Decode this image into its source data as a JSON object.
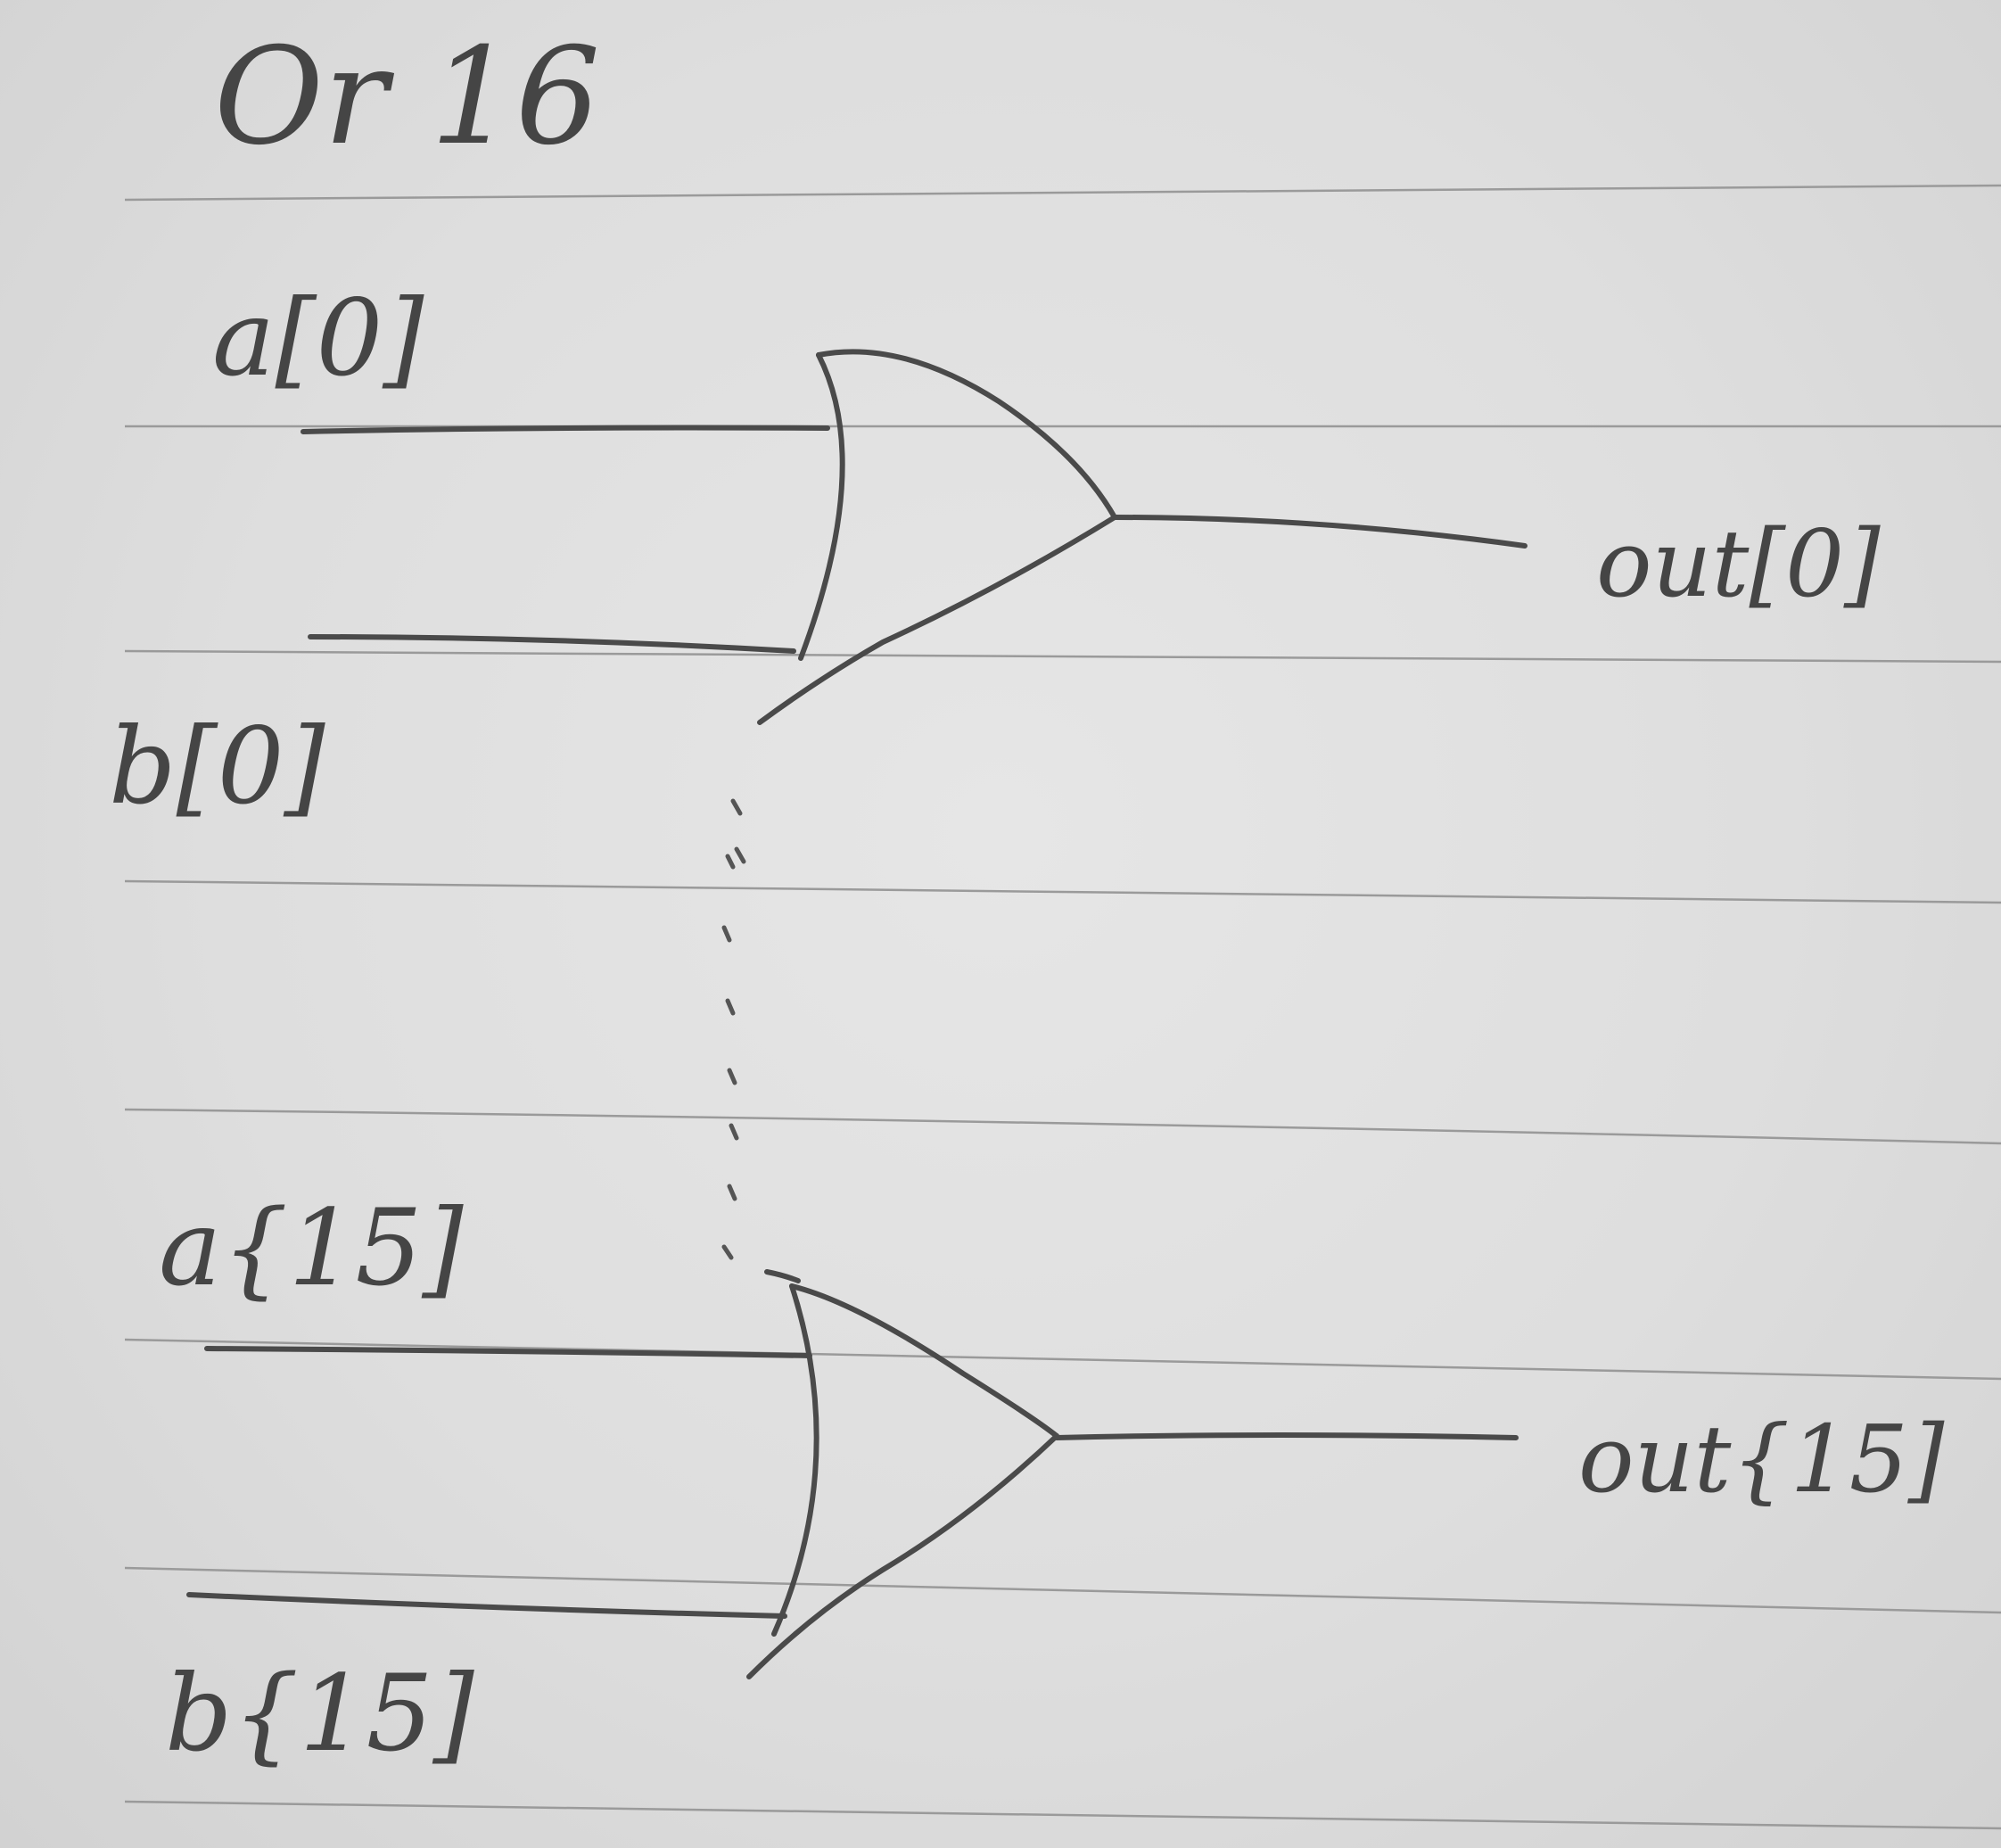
{
  "title": "Or 16",
  "inputs_top": {
    "a": "a[0]",
    "b": "b[0]"
  },
  "output_top": "out[0]",
  "inputs_bottom": {
    "a": "a{15]",
    "b": "b{15]"
  },
  "output_bottom": "out{15]",
  "gates": [
    {
      "type": "or-gate",
      "inputs": [
        "a[0]",
        "b[0]"
      ],
      "output": "out[0]"
    },
    {
      "type": "or-gate",
      "inputs": [
        "a{15]",
        "b{15]"
      ],
      "output": "out{15]"
    }
  ],
  "ellipsis": "dotted"
}
